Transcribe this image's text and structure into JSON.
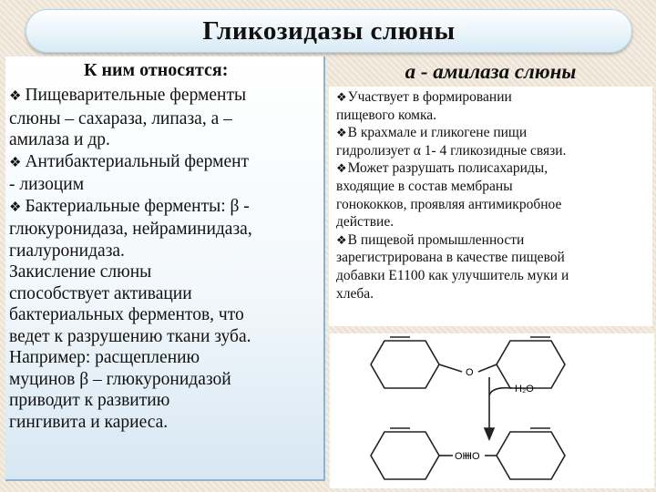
{
  "title": "Гликозидазы слюны",
  "left": {
    "heading": "К ним относятся:",
    "bullet_symbol": "❖",
    "lines": [
      {
        "bullet": true,
        "text": "Пищеварительные ферменты"
      },
      {
        "bullet": false,
        "text": "слюны – сахараза, липаза, а –"
      },
      {
        "bullet": false,
        "text": "амилаза и др."
      },
      {
        "bullet": true,
        "text": "Антибактериальный фермент"
      },
      {
        "bullet": false,
        "text": "- лизоцим"
      },
      {
        "bullet": true,
        "text": "Бактериальные ферменты: β -"
      },
      {
        "bullet": false,
        "text": "глюкуронидаза, нейраминидаза,"
      },
      {
        "bullet": false,
        "text": "гиалуронидаза."
      },
      {
        "bullet": false,
        "text": " Закисление слюны"
      },
      {
        "bullet": false,
        "text": "способствует активации"
      },
      {
        "bullet": false,
        "text": "бактериальных ферментов, что"
      },
      {
        "bullet": false,
        "text": "ведет к разрушению ткани зуба."
      },
      {
        "bullet": false,
        "text": "Например: расщеплению"
      },
      {
        "bullet": false,
        "text": "муцинов β – глюкуронидазой"
      },
      {
        "bullet": false,
        "text": "приводит к развитию"
      },
      {
        "bullet": false,
        "text": "гингивита и кариеса."
      }
    ]
  },
  "right": {
    "heading": "а - амилаза слюны",
    "bullet_symbol": "❖",
    "lines": [
      {
        "bullet": true,
        "text": "Участвует в формировании"
      },
      {
        "bullet": false,
        "text": "пищевого комка."
      },
      {
        "bullet": true,
        "text": "В крахмале и гликогене пищи"
      },
      {
        "bullet": false,
        "text": "гидролизует  α 1- 4 гликозидные связи."
      },
      {
        "bullet": true,
        "text": "Может разрушать полисахариды,"
      },
      {
        "bullet": false,
        "text": "входящие в состав мембраны"
      },
      {
        "bullet": false,
        "text": "гонококков, проявляя антимикробное"
      },
      {
        "bullet": false,
        "text": "действие."
      },
      {
        "bullet": true,
        "text": "В пищевой промышленности"
      },
      {
        "bullet": false,
        "text": "зарегистрирована в качестве пищевой"
      },
      {
        "bullet": false,
        "text": "добавки Е1100 как улучшитель муки и"
      },
      {
        "bullet": false,
        "text": "хлеба."
      }
    ]
  },
  "diagram": {
    "bridge_atom": "O",
    "water_label": "H₂O",
    "product_left_label": "OH",
    "product_right_label": "HO"
  }
}
